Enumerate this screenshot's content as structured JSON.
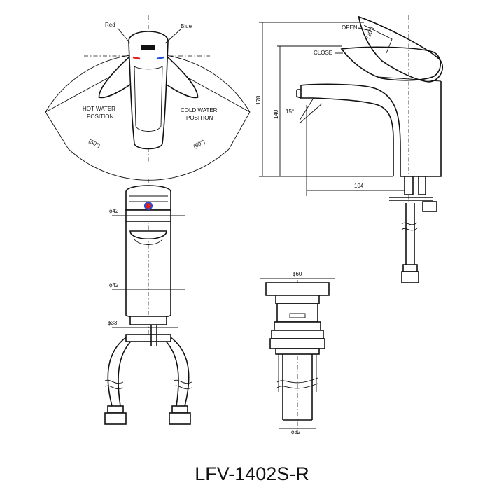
{
  "model_label": "LFV-1402S-R",
  "top_view": {
    "red_label": "Red",
    "blue_label": "Blue",
    "hot_label_l1": "HOT WATER",
    "hot_label_l2": "POSITION",
    "cold_label_l1": "COLD WATER",
    "cold_label_l2": "POSITION",
    "hot_angle": "(50°)",
    "cold_angle": "(50°)",
    "red_color": "#e02020",
    "blue_color": "#1f4fd8"
  },
  "side_view": {
    "open_label": "OPEN",
    "close_label": "CLOSE",
    "open_angle": "(26°)",
    "spout_angle": "15°",
    "height_total": "178",
    "height_spout": "140",
    "reach": "104"
  },
  "front_view": {
    "diameter_top": "ϕ42",
    "diameter_body": "ϕ42",
    "diameter_base": "ϕ33"
  },
  "waste_view": {
    "diameter_top": "ϕ60",
    "diameter_bottom": "ϕ32"
  }
}
